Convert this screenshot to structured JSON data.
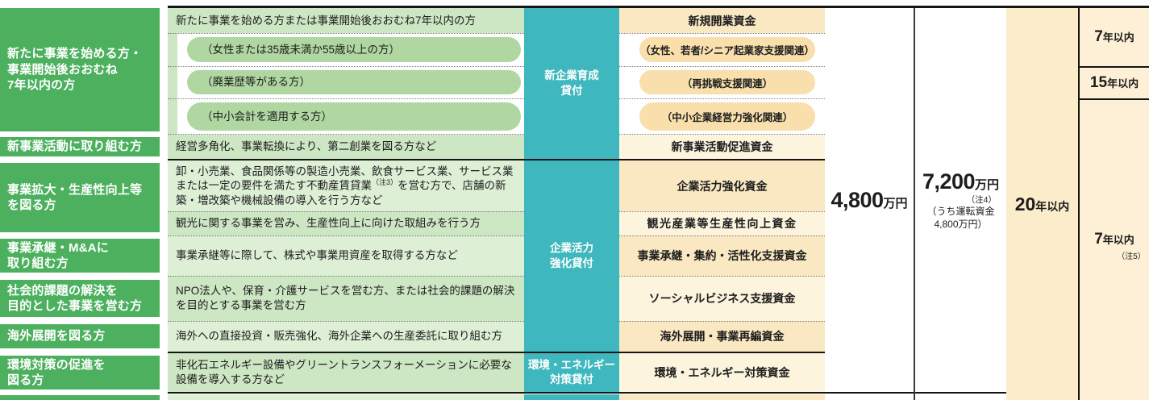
{
  "applicants": {
    "a1": "新たに事業を始める方・\n事業開始後おおむね\n7年以内の方",
    "a2": "新事業活動に取り組む方",
    "a3": "事業拡大・生産性向上等\nを図る方",
    "a4": "事業承継・M&Aに\n取り組む方",
    "a5": "社会的課題の解決を\n目的とした事業を営む方",
    "a6": "海外展開を図る方",
    "a7": "環境対策の促進を\n図る方"
  },
  "conditions": {
    "c1": "新たに事業を始める方または事業開始後おおむね7年以内の方",
    "pill1": "（女性または35歳未満か55歳以上の方）",
    "pill2": "（廃業歴等がある方）",
    "pill3": "（中小会計を適用する方）",
    "c2": "経営多角化、事業転換により、第二創業を図る方など",
    "c3_pre": "卸・小売業、食品関係等の製造小売業、飲食サービス業、サービス業または一定の要件を満たす不動産賃貸業",
    "c3_note": "（注3）",
    "c3_post": "を営む方で、店舗の新築・増改築や機械設備の導入を行う方など",
    "c4": "観光に関する事業を営み、生産性向上に向けた取組みを行う方",
    "c5": "事業承継等に際して、株式や事業用資産を取得する方など",
    "c6": "NPO法人や、保育・介護サービスを営む方、または社会的課題の解決を目的とする事業を営む方",
    "c7": "海外への直接投資・販売強化、海外企業への生産委託に取り組む方",
    "c8": "非化石エネルギー設備やグリーントランスフォーメーションに必要な設備を導入する方など"
  },
  "loan_programs": {
    "p1": "新企業育成\n貸付",
    "p2": "企業活力\n強化貸付",
    "p3": "環境・エネルギー\n対策貸付"
  },
  "funds": {
    "f1": "新規開業資金",
    "f2": "（女性、若者/シニア起業家支援関連）",
    "f3": "（再挑戦支援関連）",
    "f4": "（中小企業経営力強化関連）",
    "f5": "新事業活動促進資金",
    "f6": "企業活力強化資金",
    "f7": "観光産業等生産性向上資金",
    "f8": "事業承継・集約・活性化支援資金",
    "f9": "ソーシャルビジネス支援資金",
    "f10": "海外展開・事業再編資金",
    "f11": "環境・エネルギー対策資金"
  },
  "limits": {
    "standard_amount": "4,800",
    "standard_unit": "万円",
    "special_amount": "7,200",
    "special_unit": "万円",
    "special_note": "（注4）",
    "special_sub1": "（うち運転資金",
    "special_sub2": "4,800万円）"
  },
  "periods": {
    "equipment_num": "20",
    "equipment_unit": "年以内",
    "row1_num": "7",
    "row1_unit": "年以内",
    "row2_num": "15",
    "row2_unit": "年以内",
    "row3_num": "7",
    "row3_unit": "年以内",
    "row3_note": "（注5）"
  },
  "colors": {
    "header_green": "#4cb05e",
    "light_green_dark": "#cde6c3",
    "light_green_light": "#ddefd5",
    "pill_green": "#b0d7a1",
    "teal": "#3eb8be",
    "cream_dark": "#fae8c2",
    "cream_light": "#fdf4de",
    "pill_cream": "#f8dfab",
    "period20_cream": "#fbecca",
    "period_col_cream": "#fdf0d6",
    "border_black": "#151515"
  }
}
